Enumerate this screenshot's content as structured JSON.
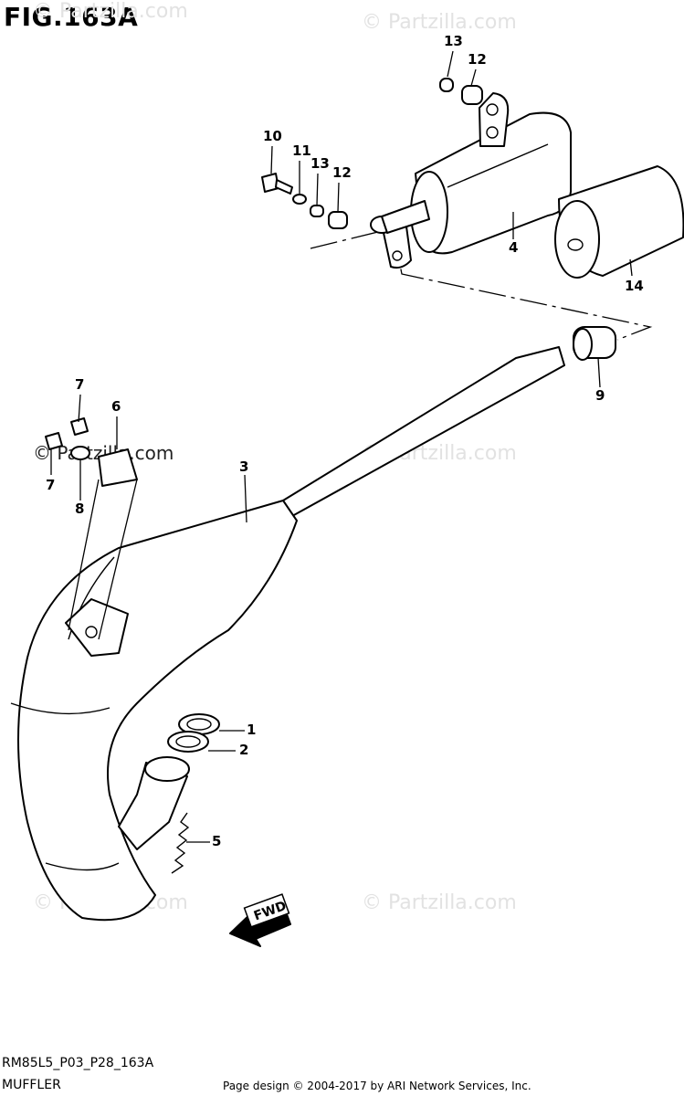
{
  "figure": {
    "title": "FIG.163A",
    "code": "RM85L5_P03_P28_163A",
    "name": "MUFFLER",
    "credit": "Page design © 2004-2017 by ARI Network Services, Inc."
  },
  "watermark": {
    "text": "© Partzilla.com"
  },
  "callouts": [
    {
      "id": "c13a",
      "label": "13"
    },
    {
      "id": "c12a",
      "label": "12"
    },
    {
      "id": "c10",
      "label": "10"
    },
    {
      "id": "c11",
      "label": "11"
    },
    {
      "id": "c13b",
      "label": "13"
    },
    {
      "id": "c12b",
      "label": "12"
    },
    {
      "id": "c4",
      "label": "4"
    },
    {
      "id": "c14",
      "label": "14"
    },
    {
      "id": "c9",
      "label": "9"
    },
    {
      "id": "c7a",
      "label": "7"
    },
    {
      "id": "c6",
      "label": "6"
    },
    {
      "id": "c7b",
      "label": "7"
    },
    {
      "id": "c8",
      "label": "8"
    },
    {
      "id": "c3",
      "label": "3"
    },
    {
      "id": "c1",
      "label": "1"
    },
    {
      "id": "c2",
      "label": "2"
    },
    {
      "id": "c5",
      "label": "5"
    }
  ],
  "fwd_label": "FWD"
}
